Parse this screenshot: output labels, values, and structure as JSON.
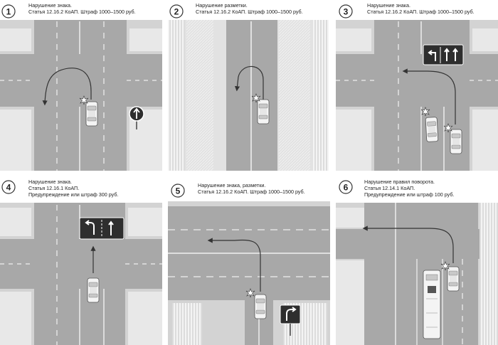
{
  "panels": [
    {
      "number": "1",
      "lines": [
        "Нарушение знака.",
        "Статья 12.16.2 КоАП. Штраф 1000–1500 руб."
      ]
    },
    {
      "number": "2",
      "lines": [
        "Нарушение разметки.",
        "Статья 12.16.2 КоАП. Штраф 1000–1500 руб."
      ]
    },
    {
      "number": "3",
      "lines": [
        "Нарушение знака.",
        "Статья 12.16.2 КоАП. Штраф 1000–1500 руб."
      ]
    },
    {
      "number": "4",
      "lines": [
        "Нарушение знака.",
        "Статья 12.16.1 КоАП.",
        "Предупреждение или штраф 300 руб."
      ]
    },
    {
      "number": "5",
      "lines": [
        "Нарушение знака, разметки.",
        "Статья 12.16.2 КоАП. Штраф 1000–1500 руб."
      ]
    },
    {
      "number": "6",
      "lines": [
        "Нарушение правил поворота.",
        "Статья 12.14.1 КоАП.",
        "Предупреждение  или штраф 100 руб."
      ]
    }
  ],
  "colors": {
    "road": "#a8a8a8",
    "ground": "#d3d3d3",
    "sidewalk": "#e8e8e8",
    "marking": "#ffffff",
    "sign_dark": "#2e2e2e",
    "car_body": "#f4f4f4"
  }
}
